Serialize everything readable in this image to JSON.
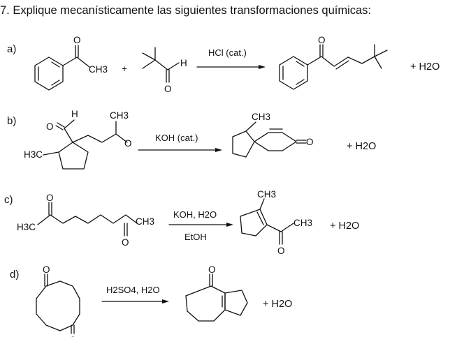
{
  "question": "7. Explique mecanísticamente las siguientes transformaciones químicas:",
  "parts": [
    {
      "label": "a)",
      "condition_top": "HCl (cat.)",
      "condition_bottom": "",
      "byproduct": "+ H2O"
    },
    {
      "label": "b)",
      "condition_top": "KOH (cat.)",
      "condition_bottom": "",
      "byproduct": "+ H2O"
    },
    {
      "label": "c)",
      "condition_top": "KOH, H2O",
      "condition_bottom": "EtOH",
      "byproduct": "+ H2O"
    },
    {
      "label": "d)",
      "condition_top": "H2SO4, H2O",
      "condition_bottom": "",
      "byproduct": "+ H2O"
    }
  ],
  "atoms": {
    "o": "O",
    "h": "H",
    "ch3": "CH3",
    "h3c": "H3C",
    "plus": "+"
  }
}
